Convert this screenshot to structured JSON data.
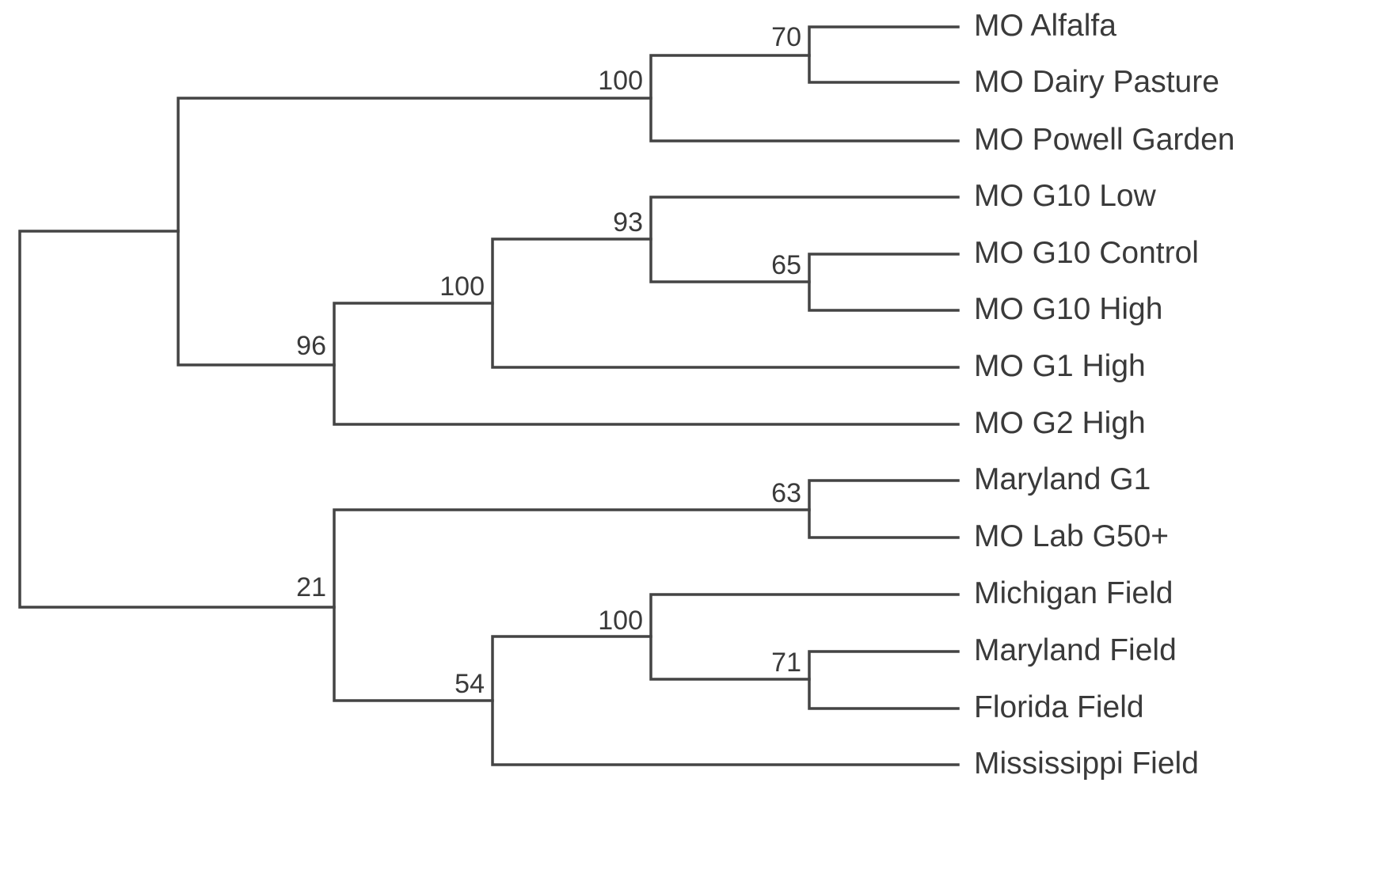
{
  "tree": {
    "leaves": [
      "MO Alfalfa",
      "MO Dairy Pasture",
      "MO Powell Garden",
      "MO G10 Low",
      "MO G10 Control",
      "MO G10 High",
      "MO G1 High",
      "MO G2 High",
      "Maryland G1",
      "MO Lab G50+",
      "Michigan Field",
      "Maryland Field",
      "Florida Field",
      "Mississippi Field"
    ],
    "support_values": {
      "alfalfa_dairy": "70",
      "mo_field_group": "100",
      "g10_low_group": "93",
      "g10_control_high": "65",
      "g10_g1_group": "100",
      "g_high_group": "96",
      "maryland_g1_lab": "63",
      "lower_group": "21",
      "field_group": "100",
      "maryland_florida": "71",
      "field_mississippi": "54"
    }
  }
}
